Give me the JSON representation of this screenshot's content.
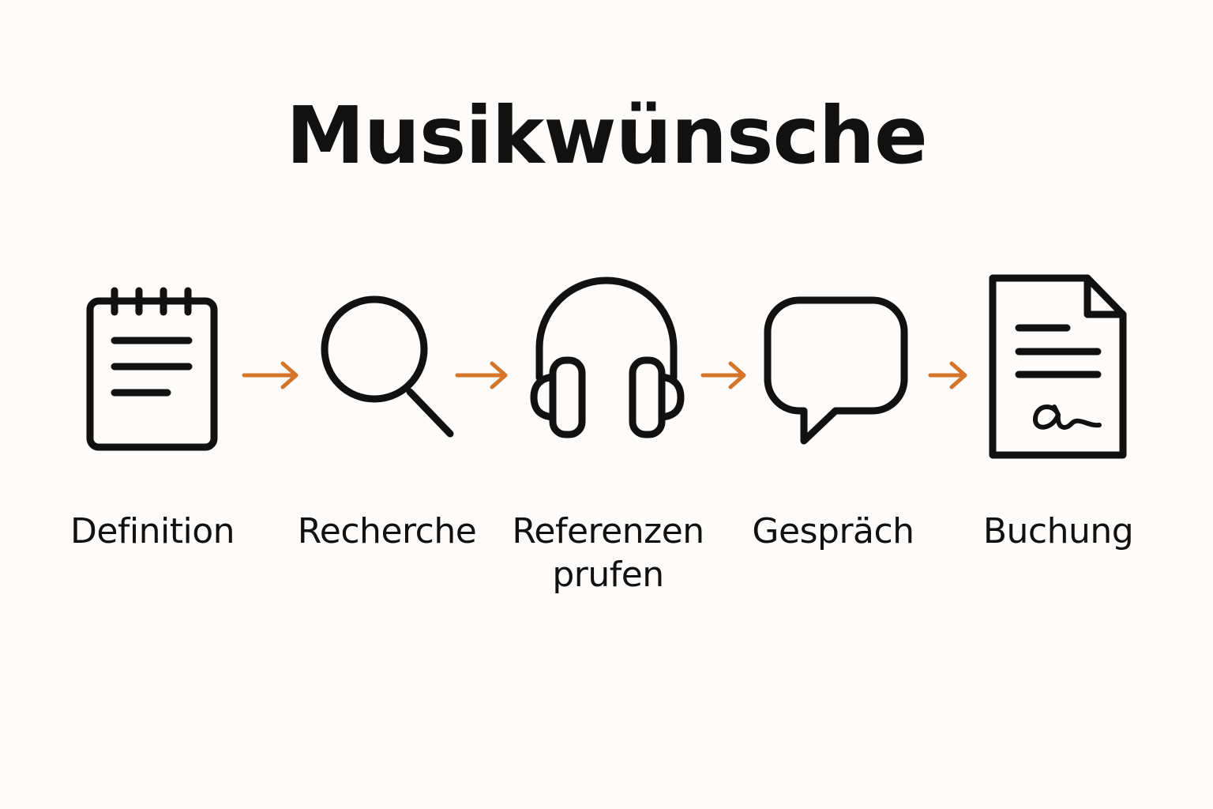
{
  "title": "Musikwünsche",
  "accent_color": "#d4752a",
  "steps": [
    {
      "icon": "notepad-icon",
      "label_lines": [
        "Definition"
      ]
    },
    {
      "icon": "magnifier-icon",
      "label_lines": [
        "Recherche"
      ]
    },
    {
      "icon": "headphones-icon",
      "label_lines": [
        "Referenzen",
        "prufen"
      ]
    },
    {
      "icon": "speech-bubble-icon",
      "label_lines": [
        "Gespräch"
      ]
    },
    {
      "icon": "signed-document-icon",
      "label_lines": [
        "Buchung"
      ]
    }
  ]
}
